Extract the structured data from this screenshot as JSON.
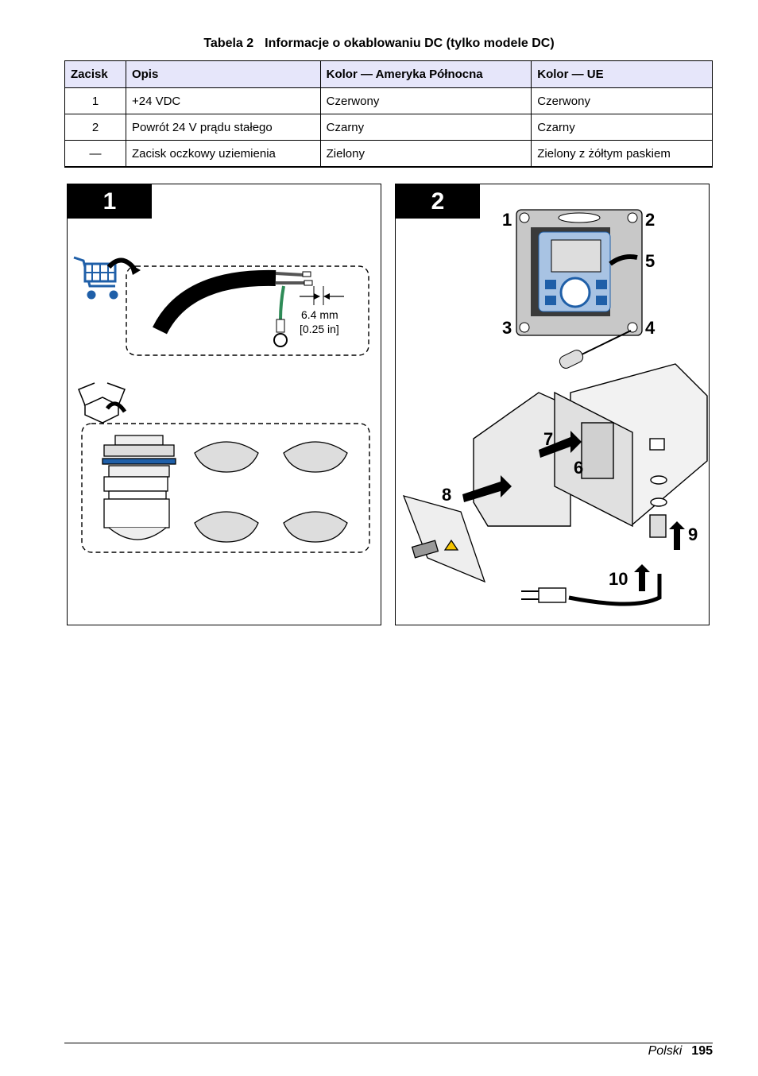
{
  "table": {
    "label": "Tabela 2",
    "title": "Informacje o okablowaniu DC (tylko modele DC)",
    "headers": [
      "Zacisk",
      "Opis",
      "Kolor — Ameryka Północna",
      "Kolor — UE"
    ],
    "rows": [
      [
        "1",
        "+24 VDC",
        "Czerwony",
        "Czerwony"
      ],
      [
        "2",
        "Powrót 24 V prądu stałego",
        "Czarny",
        "Czarny"
      ],
      [
        "—",
        "Zacisk oczkowy uziemienia",
        "Zielony",
        "Zielony z żółtym paskiem"
      ]
    ]
  },
  "figure1": {
    "step": "1",
    "strip_length_mm": "6.4 mm",
    "strip_length_in": "[0.25 in]"
  },
  "figure2": {
    "step": "2",
    "callouts": [
      "1",
      "2",
      "3",
      "4",
      "5",
      "6",
      "7",
      "8",
      "9",
      "10"
    ]
  },
  "footer": {
    "language": "Polski",
    "page": "195"
  },
  "colors": {
    "header_bg": "#e6e6fa",
    "accent_blue": "#1f5fa8",
    "ground_wire": "#2e8b57"
  }
}
